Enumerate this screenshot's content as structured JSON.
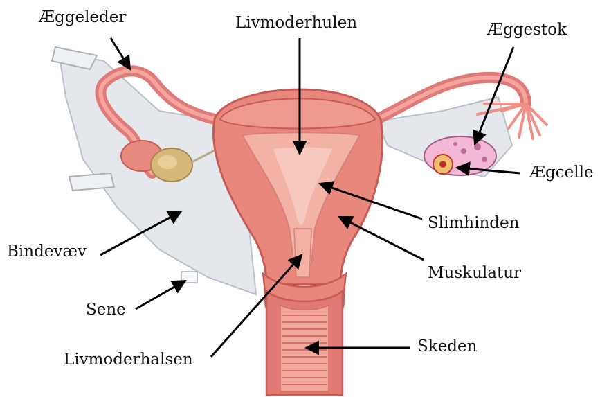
{
  "diagram": {
    "labels": {
      "aeggeleder": "Æggeleder",
      "livmoderhulen": "Livmoderhulen",
      "aeggestok": "Æggestok",
      "aegcelle": "Ægcelle",
      "slimhinden": "Slimhinden",
      "muskulatur": "Muskulatur",
      "bindevaev": "Bindevæv",
      "sene": "Sene",
      "livmoderhalsen": "Livmoderhalsen",
      "skeden": "Skeden"
    }
  },
  "colors": {
    "tissue_pink": "#e8887c",
    "dark_pink": "#c75a55",
    "light_pink": "#f2b3a6",
    "ligament_grey": "#e4e8ec",
    "ovary_tan": "#d8b87a"
  }
}
